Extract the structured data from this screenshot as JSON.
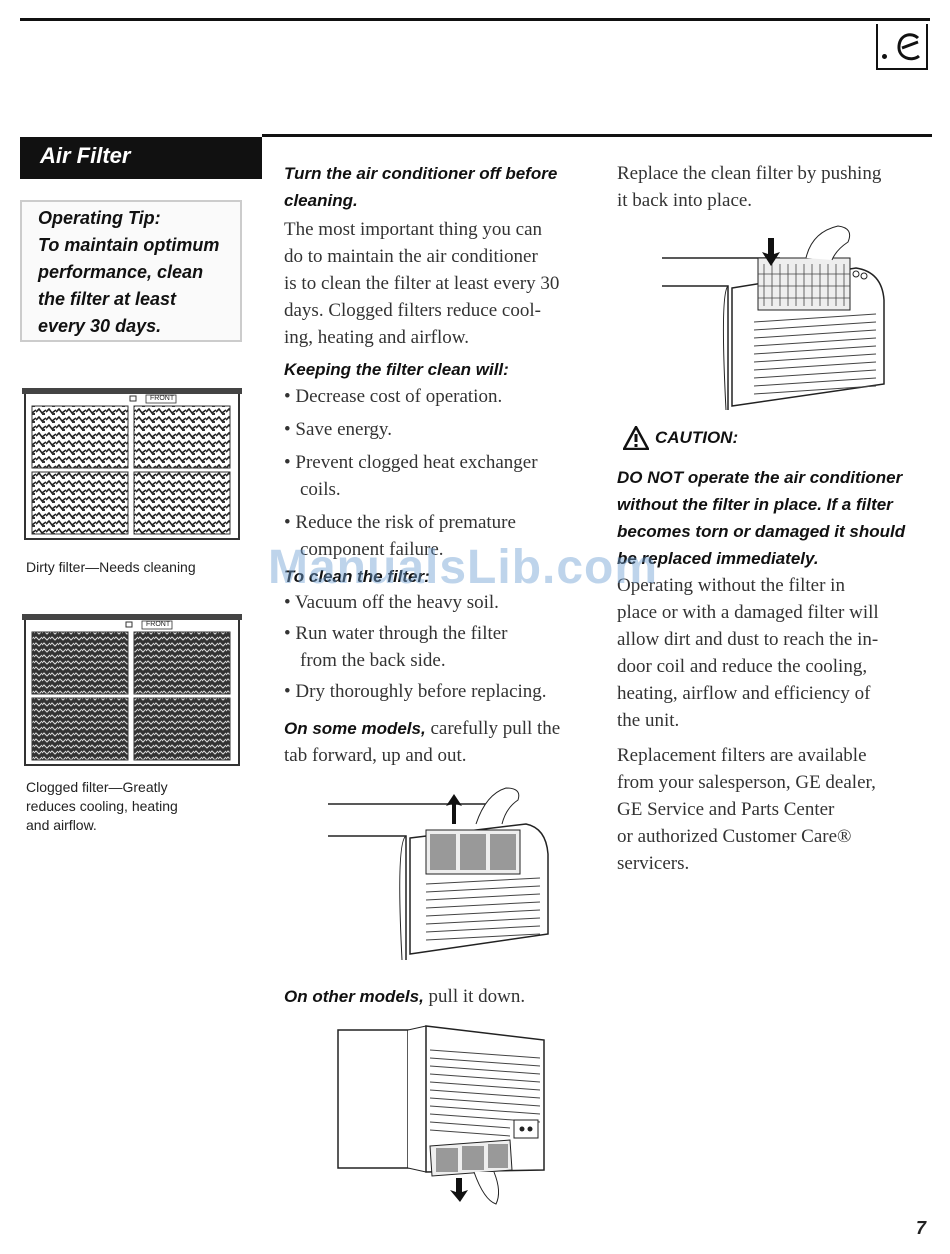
{
  "header": {
    "page_icon": "e-symbol-icon"
  },
  "section": {
    "title": "Air Filter"
  },
  "tip": {
    "lines": [
      "Operating Tip:",
      "To maintain optimum",
      "performance, clean",
      "the filter at least",
      "every 30 days."
    ]
  },
  "left_figures": {
    "dirty": {
      "label": "FRONT",
      "caption": "Dirty filter—Needs cleaning"
    },
    "clogged": {
      "label": "FRONT",
      "caption_lines": [
        "Clogged filter—Greatly",
        "reduces cooling, heating",
        "and airflow."
      ]
    }
  },
  "col2": {
    "heading_lines": [
      "Turn the air conditioner off before",
      "cleaning."
    ],
    "intro_lines": [
      "The most important thing you can",
      "do to maintain the air conditioner",
      "is to clean the filter at least every 30",
      "days. Clogged filters reduce cool-",
      "ing, heating and airflow."
    ],
    "keeping_heading": "Keeping the filter clean will:",
    "keeping_bullets": [
      [
        "• Decrease cost of operation."
      ],
      [
        "• Save energy."
      ],
      [
        "• Prevent clogged heat exchanger",
        "coils."
      ],
      [
        "• Reduce the risk of premature",
        "component failure."
      ]
    ],
    "clean_heading": "To clean the filter:",
    "clean_bullets": [
      [
        "• Vacuum off the heavy soil."
      ],
      [
        "• Run water through the filter",
        "from the back side."
      ],
      [
        "• Dry thoroughly before replacing."
      ]
    ],
    "some_models_bold": "On some models,",
    "some_models_rest": " carefully pull the",
    "some_models_line2": "tab forward, up and out.",
    "other_models_bold": "On other models,",
    "other_models_rest": " pull it down."
  },
  "col3": {
    "replace_lines": [
      "Replace the clean filter by pushing",
      "it back into place."
    ],
    "caution_label": "CAUTION:",
    "caution_lines": [
      "DO NOT operate the air conditioner",
      "without the filter in place. If a filter",
      "becomes torn or damaged it should",
      "be replaced immediately."
    ],
    "operating_lines": [
      "Operating without the filter in",
      "place or with a damaged filter will",
      "allow dirt and dust to reach the in-",
      "door coil and reduce the cooling,",
      "heating, airflow and efficiency of",
      "the unit."
    ],
    "replacement_lines": [
      "Replacement filters are available",
      "from your salesperson, GE dealer,",
      "GE Service and Parts Center",
      "or authorized Customer Care®",
      "servicers."
    ]
  },
  "watermark": "ManualsLib.com",
  "footer": {
    "page_number": "7"
  }
}
